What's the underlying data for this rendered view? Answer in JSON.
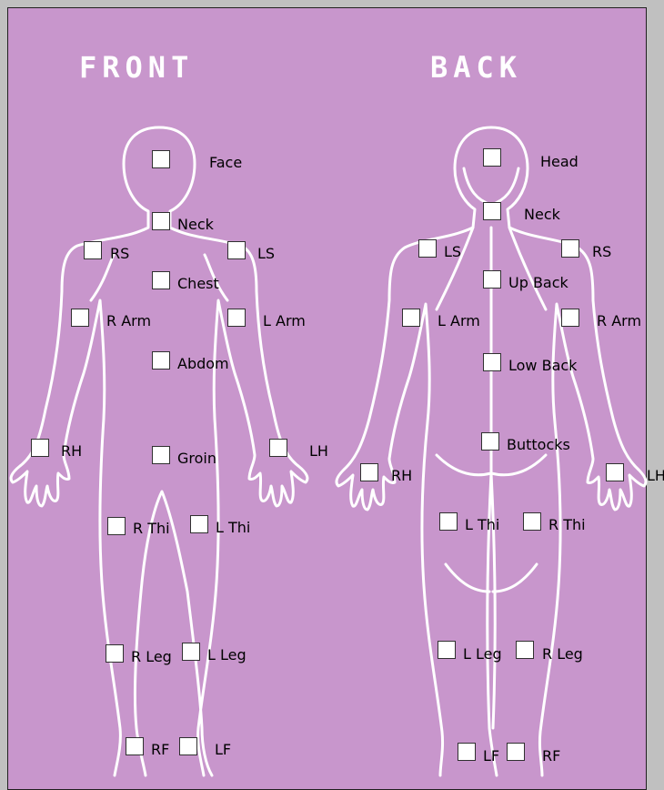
{
  "headings": {
    "front": "FRONT",
    "back": "BACK"
  },
  "front": {
    "face": "Face",
    "neck": "Neck",
    "rs": "RS",
    "ls": "LS",
    "chest": "Chest",
    "r_arm": "R  Arm",
    "l_arm": "L Arm",
    "abdom": "Abdom",
    "rh": "RH",
    "groin": "Groin",
    "lh": "LH",
    "r_thi": "R Thi",
    "l_thi": "L Thi",
    "r_leg": "R Leg",
    "l_leg": "L  Leg",
    "rf": "RF",
    "lf": "LF"
  },
  "back": {
    "head": "Head",
    "neck": "Neck",
    "ls": "LS",
    "rs": "RS",
    "up_back": "Up Back",
    "l_arm": "L  Arm",
    "r_arm": "R Arm",
    "low_back": "Low Back",
    "buttocks": "Buttocks",
    "rh": "RH",
    "lh": "LH",
    "l_thi": "L Thi",
    "r_thi": "R Thi",
    "l_leg": "L Leg",
    "r_leg": "R  Leg",
    "lf": "LF",
    "rf": "RF"
  },
  "colors": {
    "panel": "#c896cc",
    "outline": "#ffffff",
    "frame": "#c0c0c0"
  }
}
